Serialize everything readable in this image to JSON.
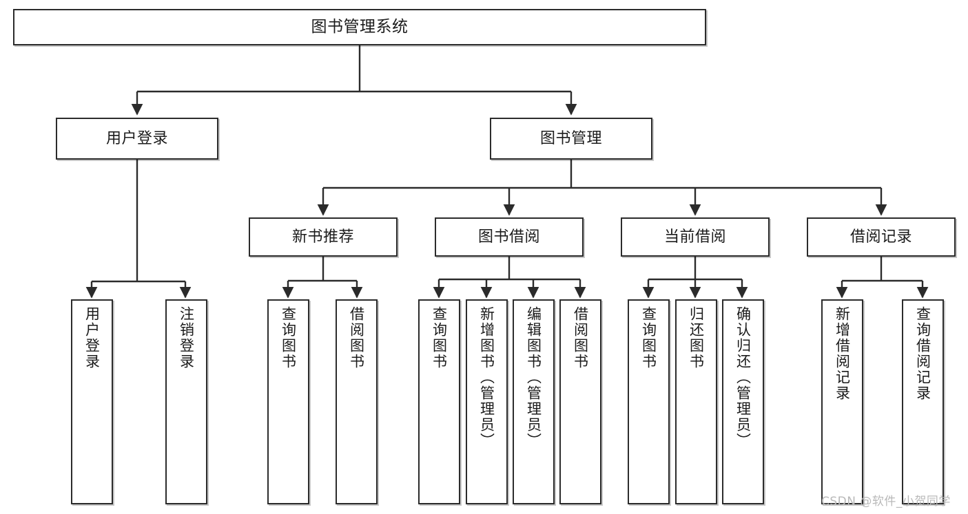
{
  "diagram": {
    "title": "图书管理系统",
    "type": "hierarchy-tree",
    "watermark": "CSDN @软件_小贺同学",
    "colors": {
      "box_border": "#2b2b2b",
      "box_fill": "#ffffff",
      "edge": "#2b2b2b",
      "text": "#1b1b1b",
      "watermark": "#b9b9b9"
    },
    "nodes": {
      "root": {
        "label": "图书管理系统"
      },
      "level2": [
        {
          "label": "用户登录"
        },
        {
          "label": "图书管理"
        }
      ],
      "level3": [
        {
          "label": "新书推荐"
        },
        {
          "label": "图书借阅"
        },
        {
          "label": "当前借阅"
        },
        {
          "label": "借阅记录"
        }
      ],
      "leaves": {
        "user_login": [
          {
            "label": "用户登录"
          },
          {
            "label": "注销登录"
          }
        ],
        "new_book_recommend": [
          {
            "label": "查询图书"
          },
          {
            "label": "借阅图书"
          }
        ],
        "book_borrow": [
          {
            "label": "查询图书"
          },
          {
            "label": "新增图书（管理员）"
          },
          {
            "label": "编辑图书（管理员）"
          },
          {
            "label": "借阅图书"
          }
        ],
        "current_borrow": [
          {
            "label": "查询图书"
          },
          {
            "label": "归还图书"
          },
          {
            "label": "确认归还（管理员）"
          }
        ],
        "borrow_records": [
          {
            "label": "新增借阅记录"
          },
          {
            "label": "查询借阅记录"
          }
        ]
      }
    }
  }
}
